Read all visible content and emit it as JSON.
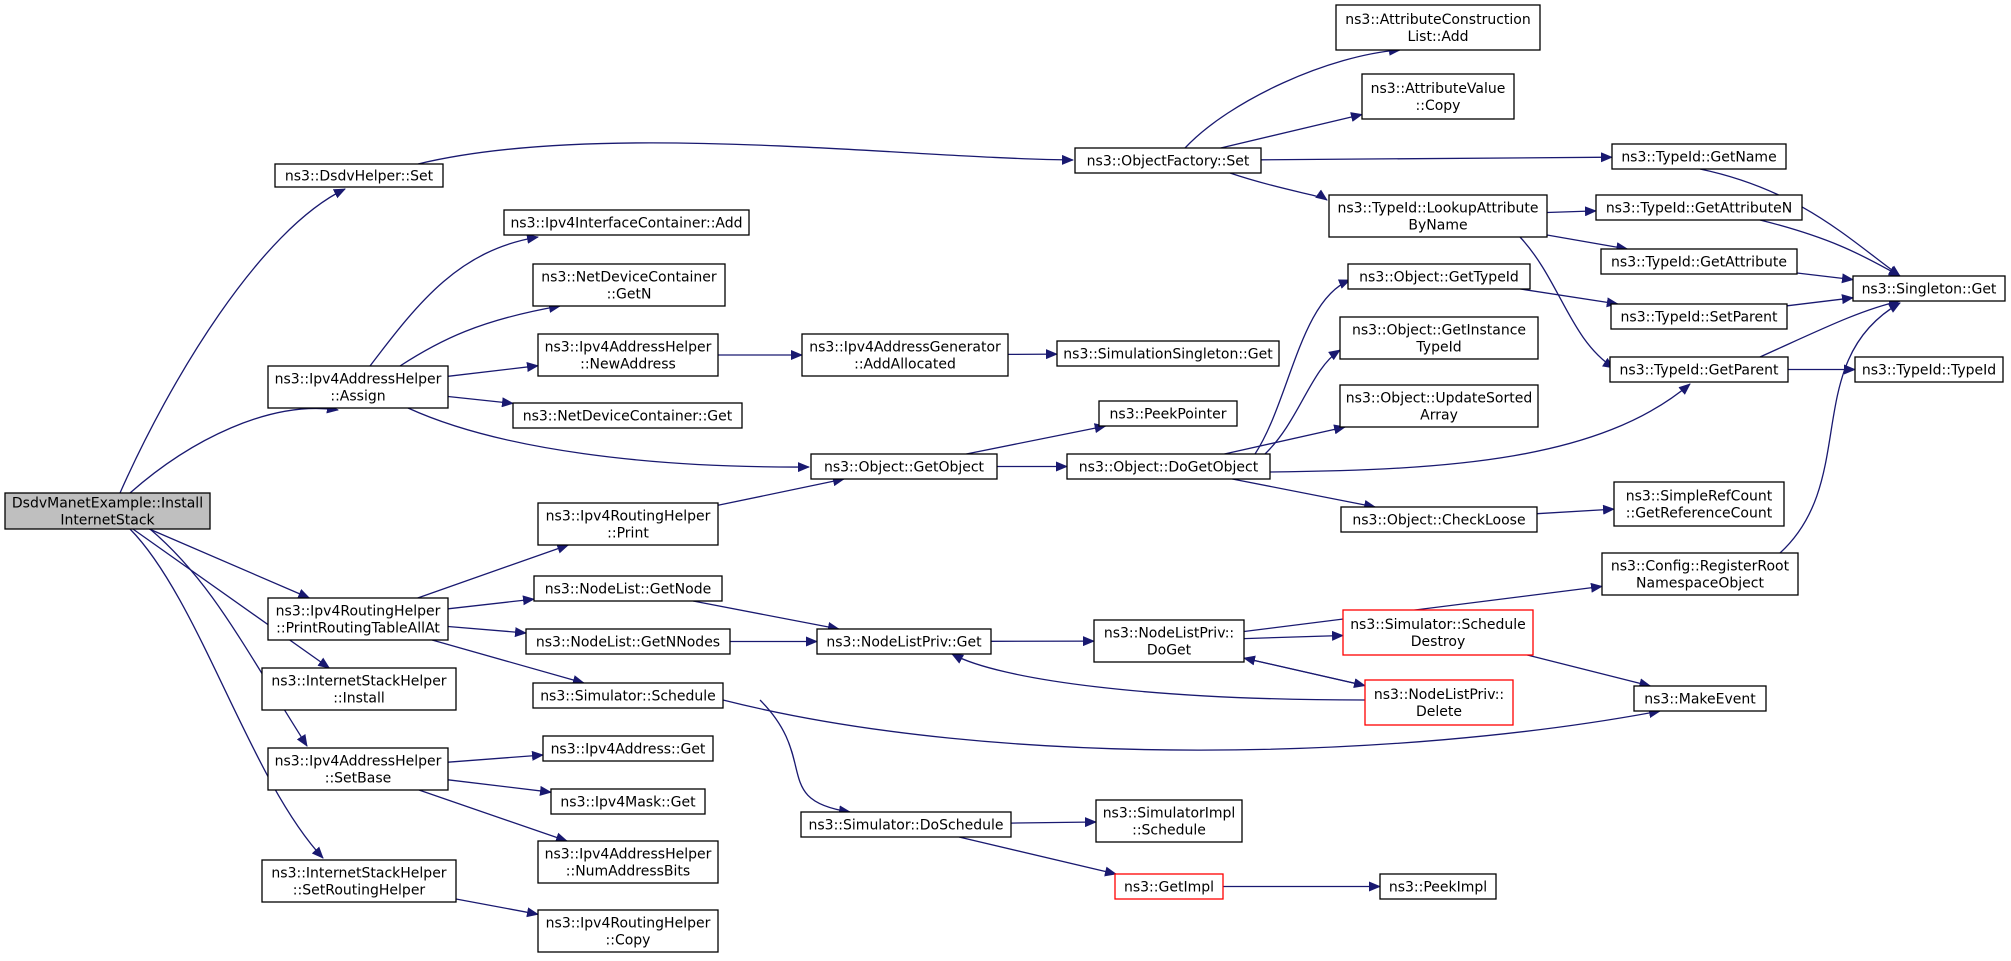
{
  "colors": {
    "edge": "#191970",
    "node_border": "#000000",
    "node_border_highlight": "#ff0000",
    "root_fill": "#bfbfbf",
    "node_fill": "#ffffff"
  },
  "nodes": [
    {
      "id": "root",
      "lines": [
        "DsdvManetExample::Install",
        "InternetStack"
      ],
      "style": "root"
    },
    {
      "id": "dsdv_set",
      "lines": [
        "ns3::DsdvHelper::Set"
      ]
    },
    {
      "id": "ipv4addr_assign",
      "lines": [
        "ns3::Ipv4AddressHelper",
        "::Assign"
      ]
    },
    {
      "id": "ipv4rout_print_all",
      "lines": [
        "ns3::Ipv4RoutingHelper",
        "::PrintRoutingTableAllAt"
      ]
    },
    {
      "id": "inet_install",
      "lines": [
        "ns3::InternetStackHelper",
        "::Install"
      ]
    },
    {
      "id": "ipv4addr_setbase",
      "lines": [
        "ns3::Ipv4AddressHelper",
        "::SetBase"
      ]
    },
    {
      "id": "inet_setrouting",
      "lines": [
        "ns3::InternetStackHelper",
        "::SetRoutingHelper"
      ]
    },
    {
      "id": "ipv4ifc_add",
      "lines": [
        "ns3::Ipv4InterfaceContainer::Add"
      ]
    },
    {
      "id": "ndc_getn",
      "lines": [
        "ns3::NetDeviceContainer",
        "::GetN"
      ]
    },
    {
      "id": "ipv4addr_newaddr",
      "lines": [
        "ns3::Ipv4AddressHelper",
        "::NewAddress"
      ]
    },
    {
      "id": "ndc_get",
      "lines": [
        "ns3::NetDeviceContainer::Get"
      ]
    },
    {
      "id": "ipv4rout_print",
      "lines": [
        "ns3::Ipv4RoutingHelper",
        "::Print"
      ]
    },
    {
      "id": "nodelist_getnode",
      "lines": [
        "ns3::NodeList::GetNode"
      ]
    },
    {
      "id": "nodelist_getnnodes",
      "lines": [
        "ns3::NodeList::GetNNodes"
      ]
    },
    {
      "id": "sim_schedule",
      "lines": [
        "ns3::Simulator::Schedule"
      ]
    },
    {
      "id": "ipv4addr_get",
      "lines": [
        "ns3::Ipv4Address::Get"
      ]
    },
    {
      "id": "ipv4mask_get",
      "lines": [
        "ns3::Ipv4Mask::Get"
      ]
    },
    {
      "id": "ipv4addr_numbits",
      "lines": [
        "ns3::Ipv4AddressHelper",
        "::NumAddressBits"
      ]
    },
    {
      "id": "ipv4rout_copy",
      "lines": [
        "ns3::Ipv4RoutingHelper",
        "::Copy"
      ]
    },
    {
      "id": "objfactory_set",
      "lines": [
        "ns3::ObjectFactory::Set"
      ]
    },
    {
      "id": "ipv4gen_addalloc",
      "lines": [
        "ns3::Ipv4AddressGenerator",
        "::AddAllocated"
      ]
    },
    {
      "id": "object_getobject",
      "lines": [
        "ns3::Object::GetObject"
      ]
    },
    {
      "id": "nodelistpriv_get",
      "lines": [
        "ns3::NodeListPriv::Get"
      ]
    },
    {
      "id": "sim_doschedule",
      "lines": [
        "ns3::Simulator::DoSchedule"
      ]
    },
    {
      "id": "attrcons_add",
      "lines": [
        "ns3::AttributeConstruction",
        "List::Add"
      ]
    },
    {
      "id": "attrval_copy",
      "lines": [
        "ns3::AttributeValue",
        "::Copy"
      ]
    },
    {
      "id": "typeid_lookup",
      "lines": [
        "ns3::TypeId::LookupAttribute",
        "ByName"
      ]
    },
    {
      "id": "simsingleton_get",
      "lines": [
        "ns3::SimulationSingleton::Get"
      ]
    },
    {
      "id": "peekpointer",
      "lines": [
        "ns3::PeekPointer"
      ]
    },
    {
      "id": "object_dogetobject",
      "lines": [
        "ns3::Object::DoGetObject"
      ]
    },
    {
      "id": "nodelistpriv_doget",
      "lines": [
        "ns3::NodeListPriv::",
        "DoGet"
      ]
    },
    {
      "id": "simimpl_schedule",
      "lines": [
        "ns3::SimulatorImpl",
        "::Schedule"
      ]
    },
    {
      "id": "getimpl",
      "lines": [
        "ns3::GetImpl"
      ],
      "style": "highlight"
    },
    {
      "id": "object_gettypeid",
      "lines": [
        "ns3::Object::GetTypeId"
      ]
    },
    {
      "id": "object_getinstancetypeid",
      "lines": [
        "ns3::Object::GetInstance",
        "TypeId"
      ]
    },
    {
      "id": "object_updatesorted",
      "lines": [
        "ns3::Object::UpdateSorted",
        "Array"
      ]
    },
    {
      "id": "object_checkloose",
      "lines": [
        "ns3::Object::CheckLoose"
      ]
    },
    {
      "id": "sim_scheduledestroy",
      "lines": [
        "ns3::Simulator::Schedule",
        "Destroy"
      ],
      "style": "highlight"
    },
    {
      "id": "nodelistpriv_delete",
      "lines": [
        "ns3::NodeListPriv::",
        "Delete"
      ],
      "style": "highlight"
    },
    {
      "id": "peekimpl",
      "lines": [
        "ns3::PeekImpl"
      ]
    },
    {
      "id": "typeid_getname",
      "lines": [
        "ns3::TypeId::GetName"
      ]
    },
    {
      "id": "typeid_getattrn",
      "lines": [
        "ns3::TypeId::GetAttributeN"
      ]
    },
    {
      "id": "typeid_getattr",
      "lines": [
        "ns3::TypeId::GetAttribute"
      ]
    },
    {
      "id": "typeid_setparent",
      "lines": [
        "ns3::TypeId::SetParent"
      ]
    },
    {
      "id": "typeid_getparent",
      "lines": [
        "ns3::TypeId::GetParent"
      ]
    },
    {
      "id": "simplerefcount",
      "lines": [
        "ns3::SimpleRefCount",
        "::GetReferenceCount"
      ]
    },
    {
      "id": "config_register",
      "lines": [
        "ns3::Config::RegisterRoot",
        "NamespaceObject"
      ]
    },
    {
      "id": "makeevent",
      "lines": [
        "ns3::MakeEvent"
      ]
    },
    {
      "id": "singleton_get",
      "lines": [
        "ns3::Singleton::Get"
      ]
    },
    {
      "id": "typeid_typeid",
      "lines": [
        "ns3::TypeId::TypeId"
      ]
    }
  ],
  "edges": [
    [
      "root",
      "dsdv_set"
    ],
    [
      "root",
      "ipv4addr_assign"
    ],
    [
      "root",
      "ipv4rout_print_all"
    ],
    [
      "root",
      "inet_install"
    ],
    [
      "root",
      "ipv4addr_setbase"
    ],
    [
      "root",
      "inet_setrouting"
    ],
    [
      "dsdv_set",
      "objfactory_set"
    ],
    [
      "ipv4addr_assign",
      "ipv4ifc_add"
    ],
    [
      "ipv4addr_assign",
      "ndc_getn"
    ],
    [
      "ipv4addr_assign",
      "ipv4addr_newaddr"
    ],
    [
      "ipv4addr_assign",
      "ndc_get"
    ],
    [
      "ipv4addr_assign",
      "object_getobject"
    ],
    [
      "ipv4rout_print_all",
      "ipv4rout_print"
    ],
    [
      "ipv4rout_print_all",
      "nodelist_getnode"
    ],
    [
      "ipv4rout_print_all",
      "nodelist_getnnodes"
    ],
    [
      "ipv4rout_print_all",
      "sim_schedule"
    ],
    [
      "ipv4addr_setbase",
      "ipv4addr_get"
    ],
    [
      "ipv4addr_setbase",
      "ipv4mask_get"
    ],
    [
      "ipv4addr_setbase",
      "ipv4addr_numbits"
    ],
    [
      "inet_setrouting",
      "ipv4rout_copy"
    ],
    [
      "ipv4addr_newaddr",
      "ipv4gen_addalloc"
    ],
    [
      "ipv4gen_addalloc",
      "simsingleton_get"
    ],
    [
      "ipv4rout_print",
      "object_getobject"
    ],
    [
      "nodelist_getnode",
      "nodelistpriv_get"
    ],
    [
      "nodelist_getnnodes",
      "nodelistpriv_get"
    ],
    [
      "sim_schedule",
      "makeevent"
    ],
    [
      "sim_schedule",
      "sim_doschedule"
    ],
    [
      "objfactory_set",
      "attrcons_add"
    ],
    [
      "objfactory_set",
      "attrval_copy"
    ],
    [
      "objfactory_set",
      "typeid_getname"
    ],
    [
      "objfactory_set",
      "typeid_lookup"
    ],
    [
      "object_getobject",
      "peekpointer"
    ],
    [
      "object_getobject",
      "object_dogetobject"
    ],
    [
      "nodelistpriv_get",
      "nodelistpriv_doget"
    ],
    [
      "sim_doschedule",
      "simimpl_schedule"
    ],
    [
      "sim_doschedule",
      "getimpl"
    ],
    [
      "getimpl",
      "peekimpl"
    ],
    [
      "typeid_lookup",
      "typeid_getattrn"
    ],
    [
      "typeid_lookup",
      "typeid_getattr"
    ],
    [
      "typeid_lookup",
      "typeid_getparent"
    ],
    [
      "object_dogetobject",
      "object_gettypeid"
    ],
    [
      "object_dogetobject",
      "object_getinstancetypeid"
    ],
    [
      "object_dogetobject",
      "object_updatesorted"
    ],
    [
      "object_dogetobject",
      "object_checkloose"
    ],
    [
      "object_dogetobject",
      "typeid_getparent"
    ],
    [
      "object_gettypeid",
      "typeid_setparent"
    ],
    [
      "object_checkloose",
      "simplerefcount"
    ],
    [
      "nodelistpriv_doget",
      "config_register"
    ],
    [
      "nodelistpriv_doget",
      "sim_scheduledestroy"
    ],
    [
      "nodelistpriv_doget",
      "nodelistpriv_delete"
    ],
    [
      "sim_scheduledestroy",
      "makeevent"
    ],
    [
      "nodelistpriv_delete",
      "nodelistpriv_doget"
    ],
    [
      "nodelistpriv_delete",
      "nodelistpriv_get"
    ],
    [
      "typeid_getname",
      "singleton_get"
    ],
    [
      "typeid_getattrn",
      "singleton_get"
    ],
    [
      "typeid_getattr",
      "singleton_get"
    ],
    [
      "typeid_setparent",
      "singleton_get"
    ],
    [
      "typeid_getparent",
      "singleton_get"
    ],
    [
      "typeid_getparent",
      "typeid_typeid"
    ],
    [
      "config_register",
      "singleton_get"
    ]
  ]
}
